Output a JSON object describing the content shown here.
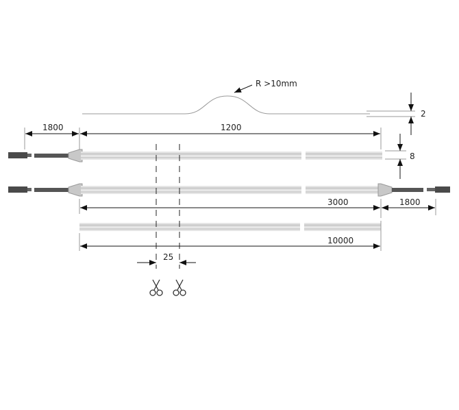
{
  "labels": {
    "bend_radius": "R >10mm",
    "thickness": "2",
    "width": "8",
    "lead_left": "1800",
    "length_1200": "1200",
    "length_3000": "3000",
    "lead_right": "1800",
    "length_10000": "10000",
    "cut_interval": "25"
  },
  "colors": {
    "strip": "#d8d8d8",
    "cable": "#555555",
    "line": "#111111"
  }
}
